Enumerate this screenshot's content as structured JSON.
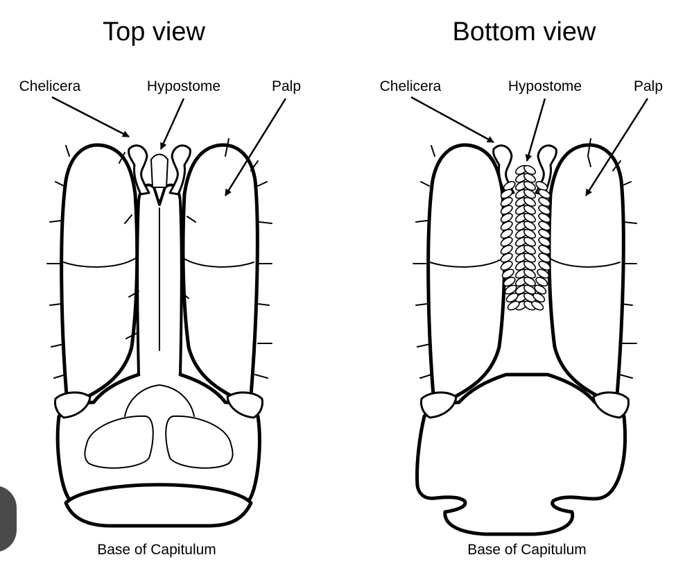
{
  "views": [
    {
      "title": "Top view",
      "labels": {
        "chelicera": "Chelicera",
        "hypostome": "Hypostome",
        "palp": "Palp"
      },
      "base_label": "Base of Capitulum"
    },
    {
      "title": "Bottom view",
      "labels": {
        "chelicera": "Chelicera",
        "hypostome": "Hypostome",
        "palp": "Palp"
      },
      "base_label": "Base of Capitulum"
    }
  ],
  "colors": {
    "line": "#000000",
    "fill": "#ffffff",
    "badge": "#4a4a4a"
  }
}
